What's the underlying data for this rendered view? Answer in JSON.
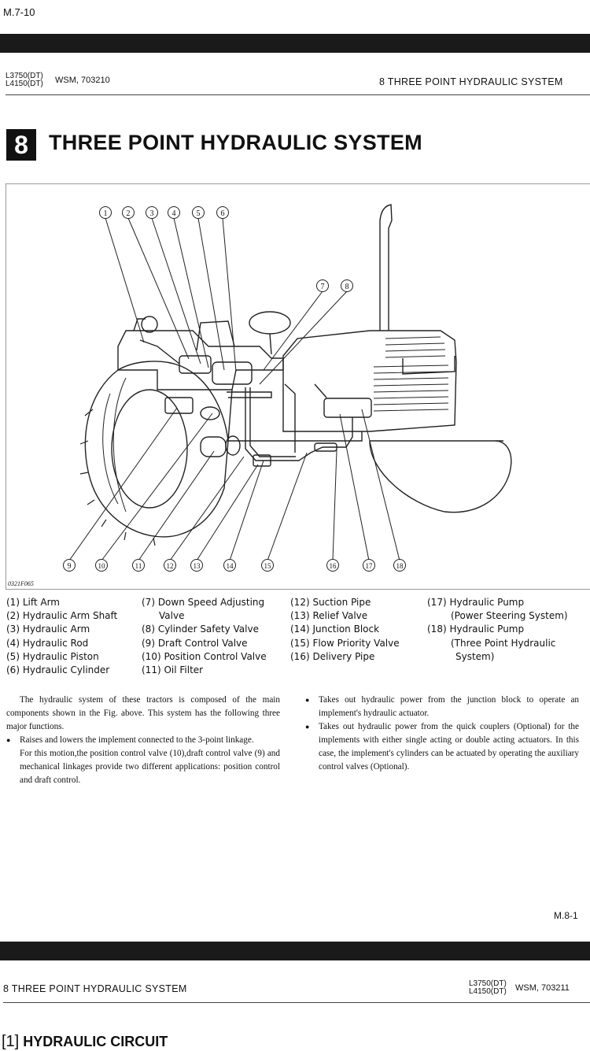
{
  "top_ref": "M.7-10",
  "page1": {
    "models": [
      "L3750(DT)",
      "L4150(DT)"
    ],
    "wsm": "WSM, 703210",
    "section_header": "8  THREE POINT HYDRAULIC SYSTEM",
    "chapter_number": "8",
    "chapter_title": "THREE POINT HYDRAULIC SYSTEM",
    "figure_code": "0321F065",
    "callouts_top": [
      "1",
      "2",
      "3",
      "4",
      "5",
      "6"
    ],
    "callouts_mid": [
      "7",
      "8"
    ],
    "callouts_bottom": [
      "9",
      "10",
      "11",
      "12",
      "13",
      "14",
      "15",
      "16",
      "17",
      "18"
    ],
    "legend": {
      "col1": [
        "(1)  Lift Arm",
        "(2) Hydraulic Arm Shaft",
        "(3) Hydraulic Arm",
        "(4) Hydraulic Rod",
        "(5) Hydraulic Piston",
        "(6) Hydraulic Cylinder"
      ],
      "col2": [
        "(7) Down Speed Adjusting",
        "Valve",
        "(8) Cylinder Safety Valve",
        "(9) Draft Control Valve",
        "(10) Position Control Valve",
        "(11) Oil Filter"
      ],
      "col3": [
        "(12) Suction Pipe",
        "(13) Relief Valve",
        "(14) Junction Block",
        "(15) Flow Priority Valve",
        "(16) Delivery Pipe"
      ],
      "col4": [
        "(17) Hydraulic Pump",
        "(Power Steering System)",
        "(18) Hydraulic Pump",
        "(Three  Point  Hydraulic",
        "System)"
      ]
    },
    "body_left_intro": "The hydraulic system of these tractors is composed of the main components shown in the Fig. above. This system has the following three major functions.",
    "body_left_bullet": "Raises and lowers the implement connected to the 3-point linkage.",
    "body_left_para": "For this motion,the position control valve (10),draft control valve (9) and mechanical linkages provide two different applications: position control and draft control.",
    "body_right_bullet1": "Takes out hydraulic power from the junction block to operate an implement's hydraulic actuator.",
    "body_right_bullet2": "Takes out hydraulic power from the quick couplers (Optional) for the implements with either single acting or double acting actuators. In this case, the implement's cylinders can be actuated by operating the auxiliary control valves (Optional).",
    "page_number": "M.8-1"
  },
  "page2": {
    "section_header": "8  THREE POINT HYDRAULIC SYSTEM",
    "models": [
      "L3750(DT)",
      "L4150(DT)"
    ],
    "wsm": "WSM, 703211",
    "subsection_number": "[1]",
    "subsection_title": "HYDRAULIC CIRCUIT"
  },
  "colors": {
    "ink": "#111111",
    "band": "#1a1a1a",
    "line": "#222222"
  }
}
